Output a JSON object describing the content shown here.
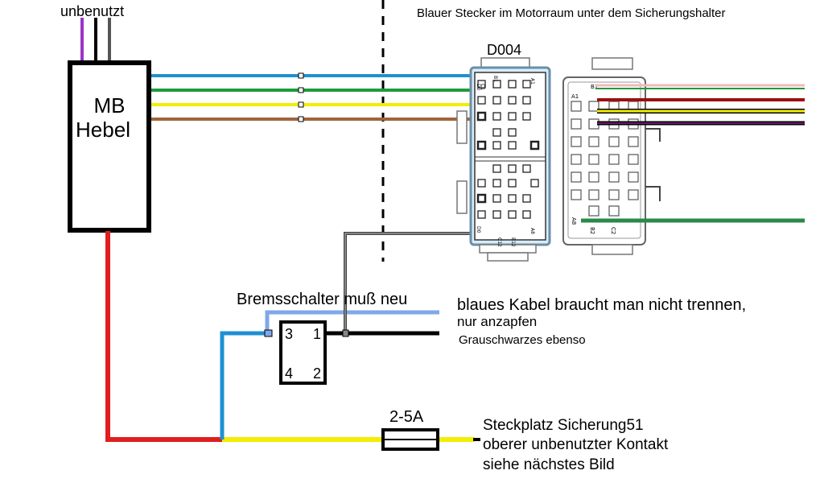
{
  "labels": {
    "unused": "unbenutzt",
    "lever_line1": "MB",
    "lever_line2": "Hebel",
    "connector_title": "Blauer Stecker im Motorraum unter dem Sicherungshalter",
    "connector_id": "D004",
    "brake_switch_title": "Bremsschalter  muß neu",
    "note_blue_line1": "blaues Kabel braucht man nicht trennen,",
    "note_blue_line2": " nur anzapfen",
    "note_grey": "Grauschwarzes ebenso",
    "fuse_rating": "2-5A",
    "fuse_note_line1": "Steckplatz Sicherung51",
    "fuse_note_line2": "oberer unbenutzter Kontakt",
    "fuse_note_line3": "siehe nächstes Bild"
  },
  "switch_pins": {
    "p3": "3",
    "p1": "1",
    "p4": "4",
    "p2": "2"
  },
  "left_connector_pins": {
    "c1": "C1",
    "b1": "B1",
    "a1": "A1",
    "c12": "C12",
    "b12": "B12",
    "a8": "A8",
    "d0": "D0",
    "d0b": "D0"
  },
  "right_connector_pins": {
    "b1": "B1",
    "a1": "A1",
    "a8": "A8",
    "b2": "B2",
    "c2": "C2"
  },
  "colors": {
    "wire_blue": "#1e90d2",
    "wire_green": "#1f9a3c",
    "wire_yellow": "#f2ee00",
    "wire_brown": "#a0643c",
    "wire_red": "#e01e1e",
    "wire_black": "#000000",
    "wire_grey": "#555555",
    "wire_lightblue": "#7fa8e8",
    "wire_purple": "#9b35c4",
    "wire_pink": "#f2b8b8",
    "wire_darkred": "#9a1010",
    "wire_darkpurple": "#6a1a6a",
    "connector_fill": "#d8ecf8",
    "connector_stroke": "#6b8ea8"
  }
}
